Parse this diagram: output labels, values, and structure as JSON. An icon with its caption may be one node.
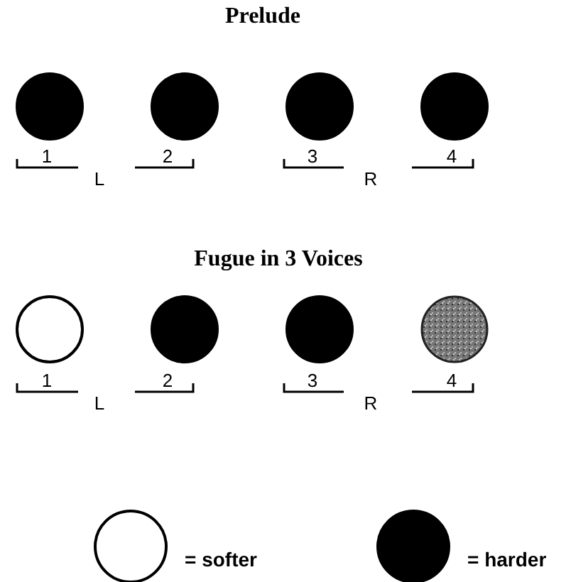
{
  "diagram": {
    "nodes": [
      {
        "text": [],
        "shape": "circle"
      },
      {
        "text": [],
        "shape": "circle"
      },
      {
        "text": [],
        "shape": "circle"
      },
      {
        "text": [],
        "shape": "circle"
      },
      {
        "text": [],
        "shape": "circle"
      },
      {
        "text": [],
        "shape": "circle"
      },
      {
        "text": [],
        "shape": "circle"
      },
      {
        "text": [],
        "shape": "circle"
      }
    ],
    "labels": [
      "Prelude",
      "1",
      "L",
      "2",
      "3",
      "R",
      "4",
      "Fugue in 3 Voices",
      "1",
      "L",
      "2",
      "3",
      "R",
      "4"
    ],
    "legend": [
      {
        "text": "= softer",
        "color": "#ffffff"
      },
      {
        "text": "= harder",
        "color": "#000000"
      }
    ]
  }
}
